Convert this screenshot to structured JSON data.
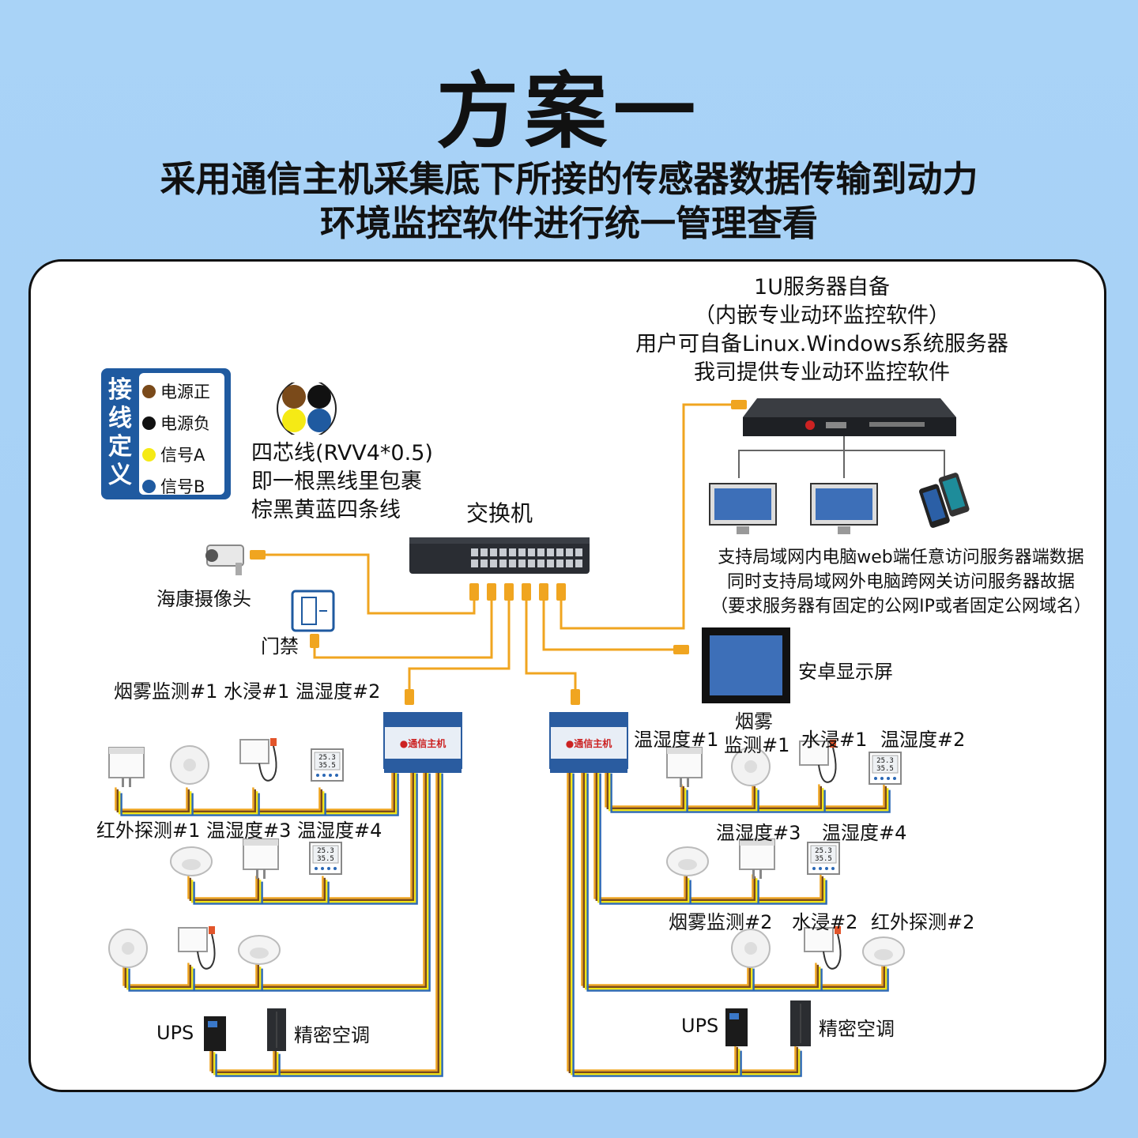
{
  "header": {
    "title": "方案一",
    "subtitle_line1": "采用通信主机采集底下所接的传感器数据传输到动力",
    "subtitle_line2": "环境监控软件进行统一管理查看"
  },
  "legend": {
    "title_chars": [
      "接",
      "线",
      "定",
      "义"
    ],
    "items": [
      {
        "label": "电源正",
        "color": "#7a4a1a"
      },
      {
        "label": "电源负",
        "color": "#111111"
      },
      {
        "label": "信号A",
        "color": "#f5ea15"
      },
      {
        "label": "信号B",
        "color": "#1f5aa0"
      }
    ]
  },
  "cable": {
    "line1": "四芯线(RVV4*0.5)",
    "line2": "即一根黑线里包裹",
    "line3": "棕黑黄蓝四条线"
  },
  "switch_label": "交换机",
  "server": {
    "line1": "1U服务器自备",
    "line2": "（内嵌专业动环监控软件）",
    "line3": "用户可自备Linux.Windows系统服务器",
    "line4": "我司提供专业动环监控软件"
  },
  "access": {
    "line1": "支持局域网内电脑web端任意访问服务器端数据",
    "line2": "同时支持局域网外电脑跨网关访问服务器故据",
    "line3": "（要求服务器有固定的公网IP或者固定公网域名）"
  },
  "devices": {
    "camera": "海康摄像头",
    "door": "门禁",
    "android": "安卓显示屏"
  },
  "left_group": {
    "top_label": "烟雾监测#1  水浸#1 温湿度#2",
    "row2_label": "红外探测#1  温湿度#3  温湿度#4",
    "ups": "UPS",
    "ac": "精密空调"
  },
  "right_group": {
    "smoke_a": "烟雾",
    "smoke_b": "监测#1",
    "th1": "温湿度#1",
    "water1": "水浸#1",
    "th2": "温湿度#2",
    "th3": "温湿度#3",
    "th4": "温湿度#4",
    "smoke2": "烟雾监测#2",
    "water2": "水浸#2",
    "ir2": "红外探测#2",
    "ups": "UPS",
    "ac": "精密空调"
  },
  "sensor_display": {
    "line1": "25.3",
    "line2": "35.5"
  },
  "colors": {
    "cable_orange": "#f0a520",
    "cable_brown": "#7a4a1a",
    "cable_yellow": "#f2e415",
    "cable_blue": "#2b68b5",
    "background": "#a9d3f7",
    "legend_blue": "#1f5aa0"
  }
}
